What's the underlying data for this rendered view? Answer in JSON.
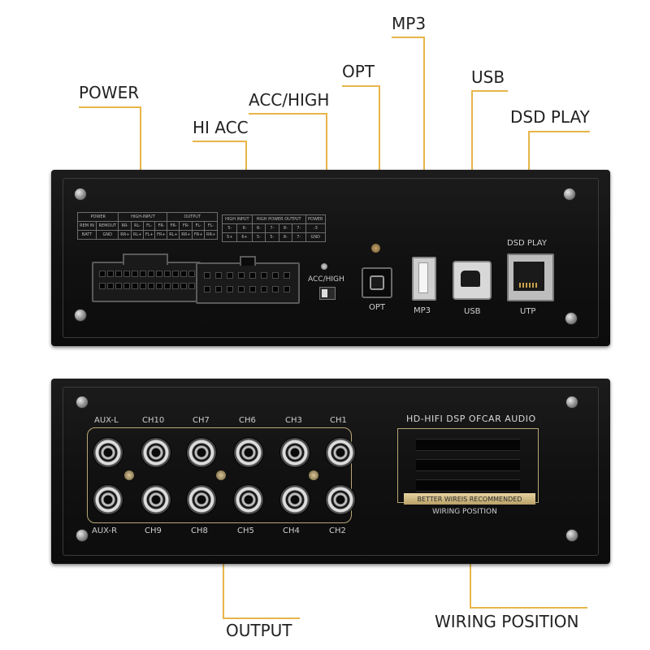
{
  "callouts": {
    "power": "POWER",
    "hi_acc": "HI ACC",
    "acc_high": "ACC/HIGH",
    "opt": "OPT",
    "mp3": "MP3",
    "usb": "USB",
    "dsd_play": "DSD PLAY",
    "output": "OUTPUT",
    "wiring_position": "WIRING POSITION"
  },
  "top_panel": {
    "power_table": {
      "header": [
        "POWER",
        "HIGH-INPUT",
        "OUTPUT"
      ],
      "row1": [
        "REM IN",
        "REMOUT",
        "RR-",
        "RL-",
        "FL-",
        "FR-",
        "FR-",
        "FR-",
        "FL-",
        "FL-"
      ],
      "row2": [
        "BATT",
        "GND",
        "RR+",
        "RL+",
        "FL+",
        "FR+",
        "RL+",
        "RR+",
        "FR+",
        "RR+"
      ]
    },
    "hi_acc_table": {
      "header": [
        "HIGH INPUT",
        "HIGH POWER OUTPUT",
        "POWER"
      ],
      "row1": [
        "5-",
        "6-",
        "6-",
        "7-",
        "8-",
        "7-",
        "-3"
      ],
      "row2": [
        "5+",
        "6+",
        "5-",
        "5-",
        "8-",
        "7-",
        "GND"
      ]
    },
    "acc_high_label": "ACC/HIGH",
    "opt_label": "OPT",
    "mp3_label": "MP3",
    "usb_label": "USB",
    "dsd_play_label": "DSD PLAY",
    "utp_label": "UTP"
  },
  "bottom_panel": {
    "top_channels": [
      "AUX-L",
      "CH10",
      "CH7",
      "CH6",
      "CH3",
      "CH1"
    ],
    "bottom_channels": [
      "AUX-R",
      "CH9",
      "CH8",
      "CH5",
      "CH4",
      "CH2"
    ],
    "brand_text": "HD-HIFI DSP OFCAR AUDIO",
    "ribbon_text": "BETTER WIREIS RECOMMENDED",
    "wiring_text": "WIRING POSITION"
  },
  "colors": {
    "leader": "#e8b54a",
    "panel": "#111111",
    "silkscreen": "#cfcfcf"
  }
}
